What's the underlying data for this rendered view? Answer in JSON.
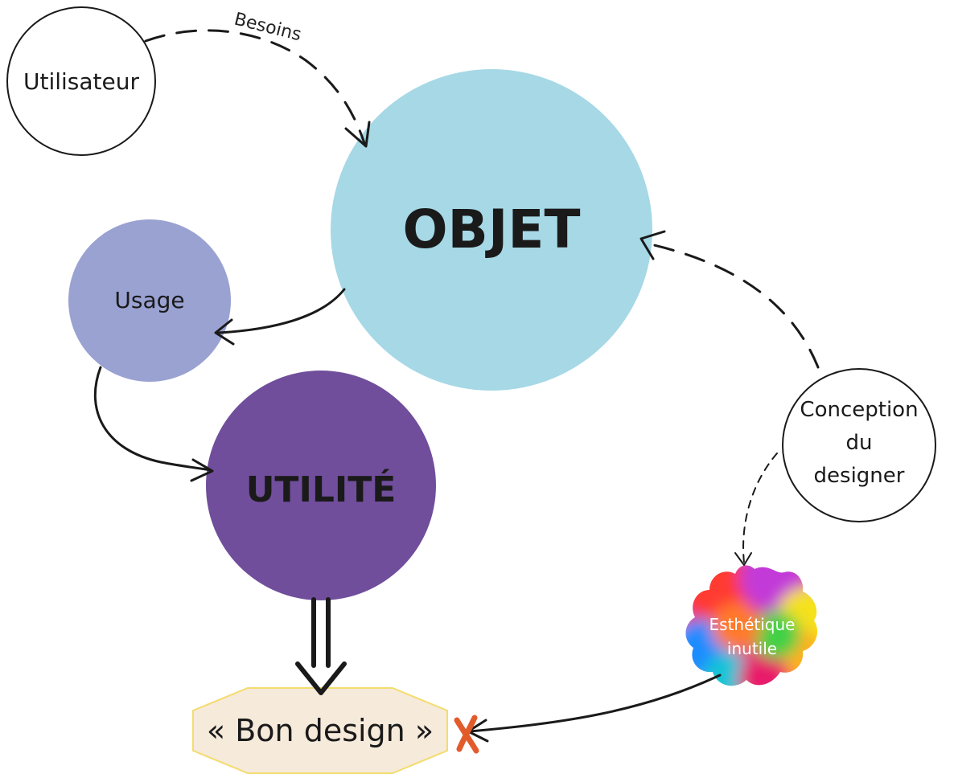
{
  "nodes": {
    "utilisateur": "Utilisateur",
    "objet": "OBJET",
    "usage": "Usage",
    "utilite": "UTILITÉ",
    "conception": [
      "Conception",
      "du",
      "designer"
    ],
    "esthetique": [
      "Esthétique",
      "inutile"
    ],
    "bon_design": "« Bon design »"
  },
  "edges": {
    "besoins": "Besoins"
  },
  "colors": {
    "objet": "#a6d8e6",
    "usage": "#9aa2d2",
    "utilite": "#704e9b",
    "bon_design_fill": "#f6eadb",
    "bon_design_border": "#f3dc6e",
    "cross": "#e25b2b"
  }
}
